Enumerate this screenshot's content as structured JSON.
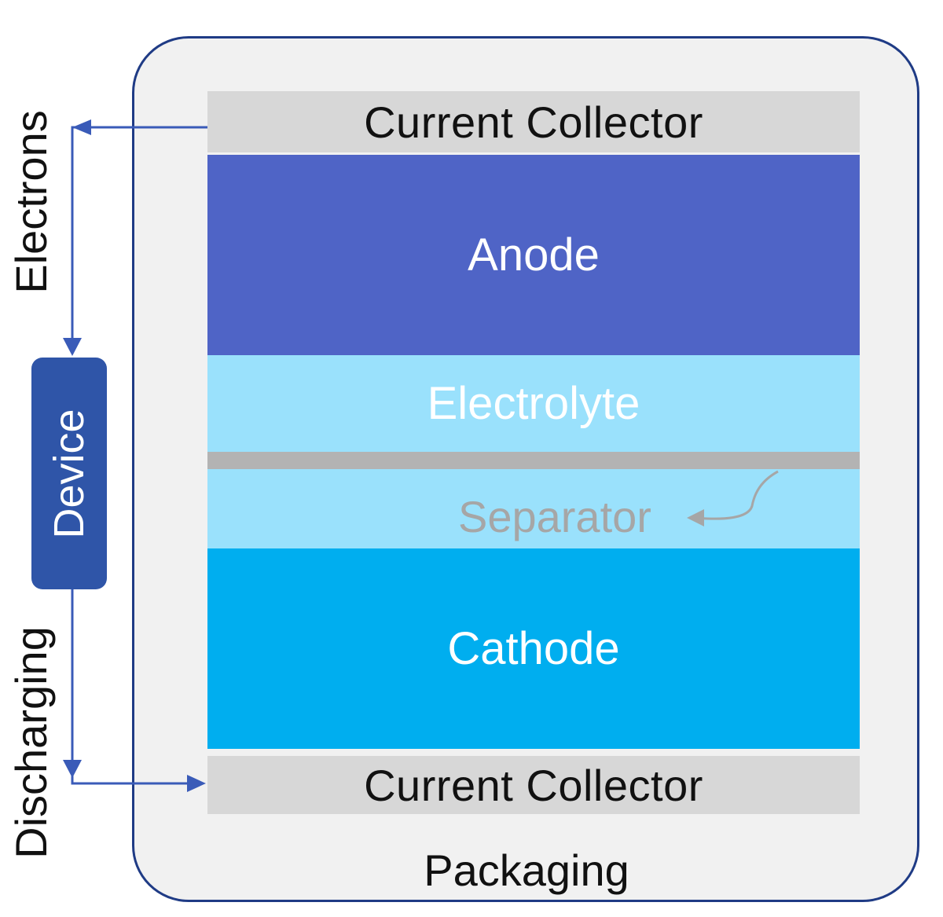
{
  "colors": {
    "packaging_border": "#1f3b85",
    "packaging_fill": "#f1f1f1",
    "current_collector": "#d7d7d7",
    "anode": "#4f64c6",
    "electrolyte": "#9ae1fc",
    "separator": "#b3b3b3",
    "cathode": "#00aeef",
    "device": "#2f55a8",
    "arrow": "#3a5bb8",
    "separator_text": "#a6a6a6"
  },
  "layers": {
    "current_collector_top": "Current Collector",
    "anode": "Anode",
    "electrolyte": "Electrolyte",
    "separator": "Separator",
    "cathode": "Cathode",
    "current_collector_bottom": "Current Collector"
  },
  "packaging": "Packaging",
  "circuit": {
    "device": "Device",
    "electrons": "Electrons",
    "discharging": "Discharging"
  }
}
